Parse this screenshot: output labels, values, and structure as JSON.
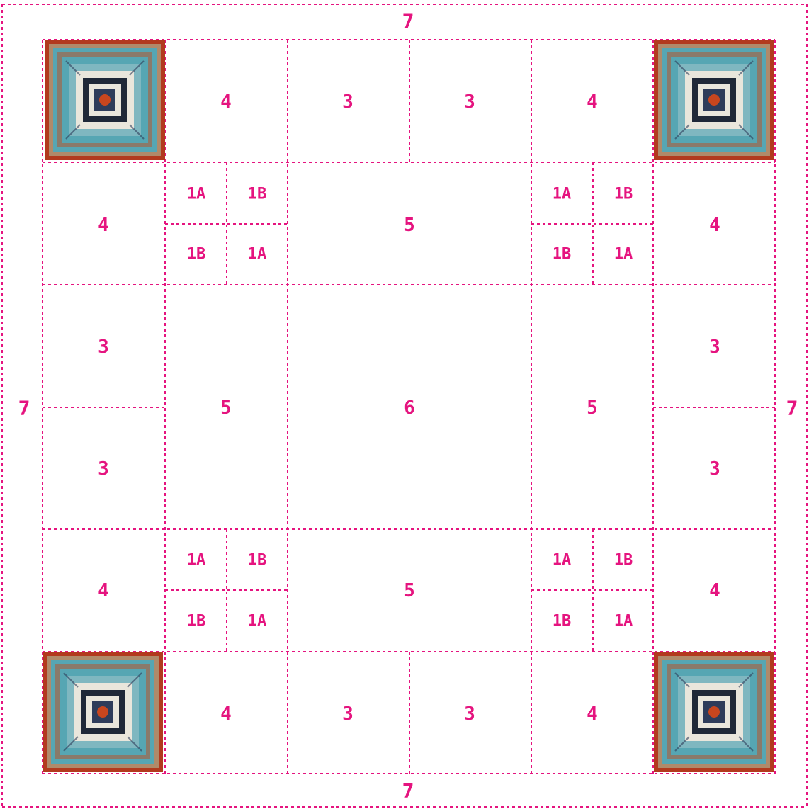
{
  "colors": {
    "accent": "#E5147F",
    "background": "#FFFFFF",
    "yarn_dark": "#B23A1E",
    "yarn_turquoise": "#56A6B3",
    "yarn_tan": "#B08A6A",
    "yarn_navy": "#1F2838",
    "yarn_cream": "#E9E6DC"
  },
  "border": {
    "top": "7",
    "bottom": "7",
    "left": "7",
    "right": "7"
  },
  "row1": {
    "a": "4",
    "b": "3",
    "c": "3",
    "d": "4"
  },
  "row2": {
    "left_panel": "4",
    "left_grid": [
      "1A",
      "1B",
      "1B",
      "1A"
    ],
    "center": "5",
    "right_grid": [
      "1A",
      "1B",
      "1B",
      "1A"
    ],
    "right_panel": "4"
  },
  "row3": {
    "left_top": "3",
    "left_bottom": "3",
    "left_strip": "5",
    "center": "6",
    "right_strip": "5",
    "right_top": "3",
    "right_bottom": "3"
  },
  "row4": {
    "left_panel": "4",
    "left_grid": [
      "1A",
      "1B",
      "1B",
      "1A"
    ],
    "center": "5",
    "right_grid": [
      "1A",
      "1B",
      "1B",
      "1A"
    ],
    "right_panel": "4"
  },
  "row5": {
    "a": "4",
    "b": "3",
    "c": "3",
    "d": "4"
  },
  "corner_squares": {
    "icon": "crochet-granny-square-photo"
  }
}
